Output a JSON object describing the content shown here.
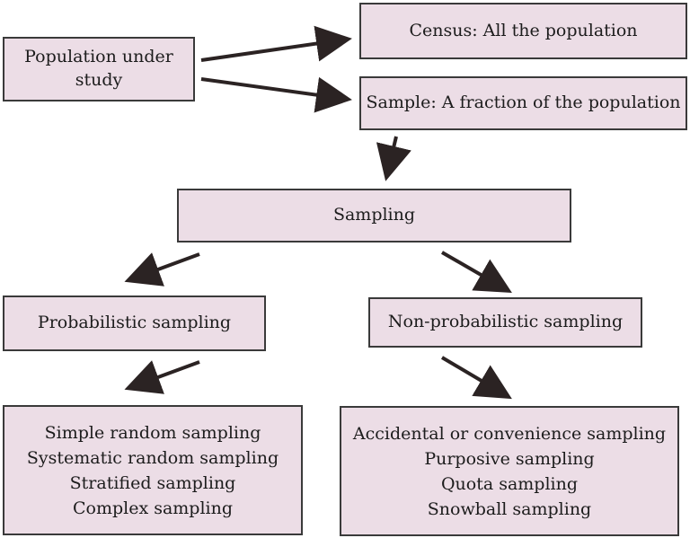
{
  "nodes": {
    "population": "Population under study",
    "census": "Census: All the population",
    "sample": "Sample: A fraction of the population",
    "sampling": "Sampling",
    "probabilistic": "Probabilistic sampling",
    "non_probabilistic": "Non-probabilistic sampling",
    "probabilistic_methods": [
      "Simple random sampling",
      "Systematic random sampling",
      "Stratified sampling",
      "Complex sampling"
    ],
    "non_probabilistic_methods": [
      "Accidental or convenience sampling",
      "Purposive sampling",
      "Quota sampling",
      "Snowball sampling"
    ]
  },
  "colors": {
    "box_fill": "#ecdde6",
    "box_border": "#3a3a3a",
    "arrow": "#2b2323"
  }
}
